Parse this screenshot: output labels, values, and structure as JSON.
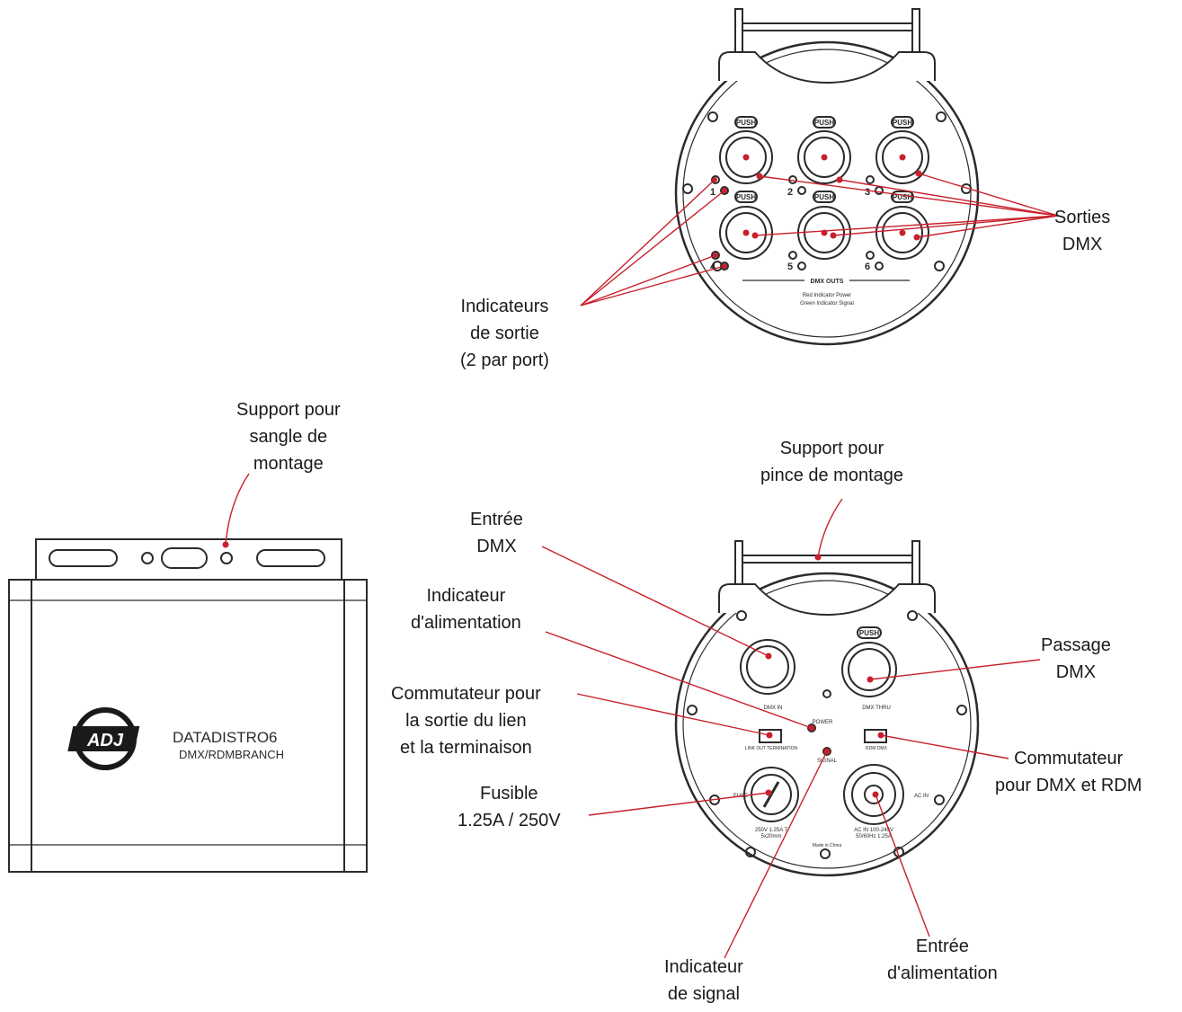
{
  "colors": {
    "leader": "#c8202c",
    "outline": "#2b2b2b",
    "background": "#ffffff"
  },
  "labels": {
    "sorties_dmx": [
      "Sorties",
      "DMX"
    ],
    "indicateurs_sortie": [
      "Indicateurs",
      "de sortie",
      "(2 par port)"
    ],
    "support_sangle": [
      "Support pour",
      "sangle de",
      "montage"
    ],
    "support_pince": [
      "Support pour",
      "pince de montage"
    ],
    "entree_dmx": [
      "Entrée",
      "DMX"
    ],
    "indicateur_alim": [
      "Indicateur",
      "d'alimentation"
    ],
    "passage_dmx": [
      "Passage",
      "DMX"
    ],
    "commutateur_lien": [
      "Commutateur pour",
      "la sortie du lien",
      "et la terminaison"
    ],
    "commutateur_dmx_rdm": [
      "Commutateur",
      "pour DMX et RDM"
    ],
    "fusible": [
      "Fusible",
      "1.25A / 250V"
    ],
    "indicateur_signal": [
      "Indicateur",
      "de signal"
    ],
    "entree_alim": [
      "Entrée",
      "d'alimentation"
    ]
  },
  "device_front": {
    "model": "DATADISTRO6",
    "subtitle": "DMX/RDMBRANCH",
    "logo": "ADJ"
  },
  "panel_top": {
    "push": "PUSH",
    "port_numbers": [
      "1",
      "2",
      "3",
      "4",
      "5",
      "6"
    ],
    "section_title": "DMX OUTS",
    "legend_lines": [
      "Red Indicator Power",
      "Green Indicator Signal"
    ]
  },
  "panel_bottom": {
    "push": "PUSH",
    "dmx_in": "DMX IN",
    "dmx_thru": "DMX THRU",
    "power": "POWER",
    "signal": "SIGNAL",
    "fuse": "FUSE",
    "ac_in": "AC IN",
    "switch_left": "LINK OUT  TERMINATION",
    "switch_right": "RDM  DMX",
    "fuse_spec": [
      "250V 1.25A T",
      "5x20mm"
    ],
    "ac_spec": [
      "AC IN 100-240V",
      "50/60Hz 1.25A"
    ],
    "footer": "Made in China"
  }
}
